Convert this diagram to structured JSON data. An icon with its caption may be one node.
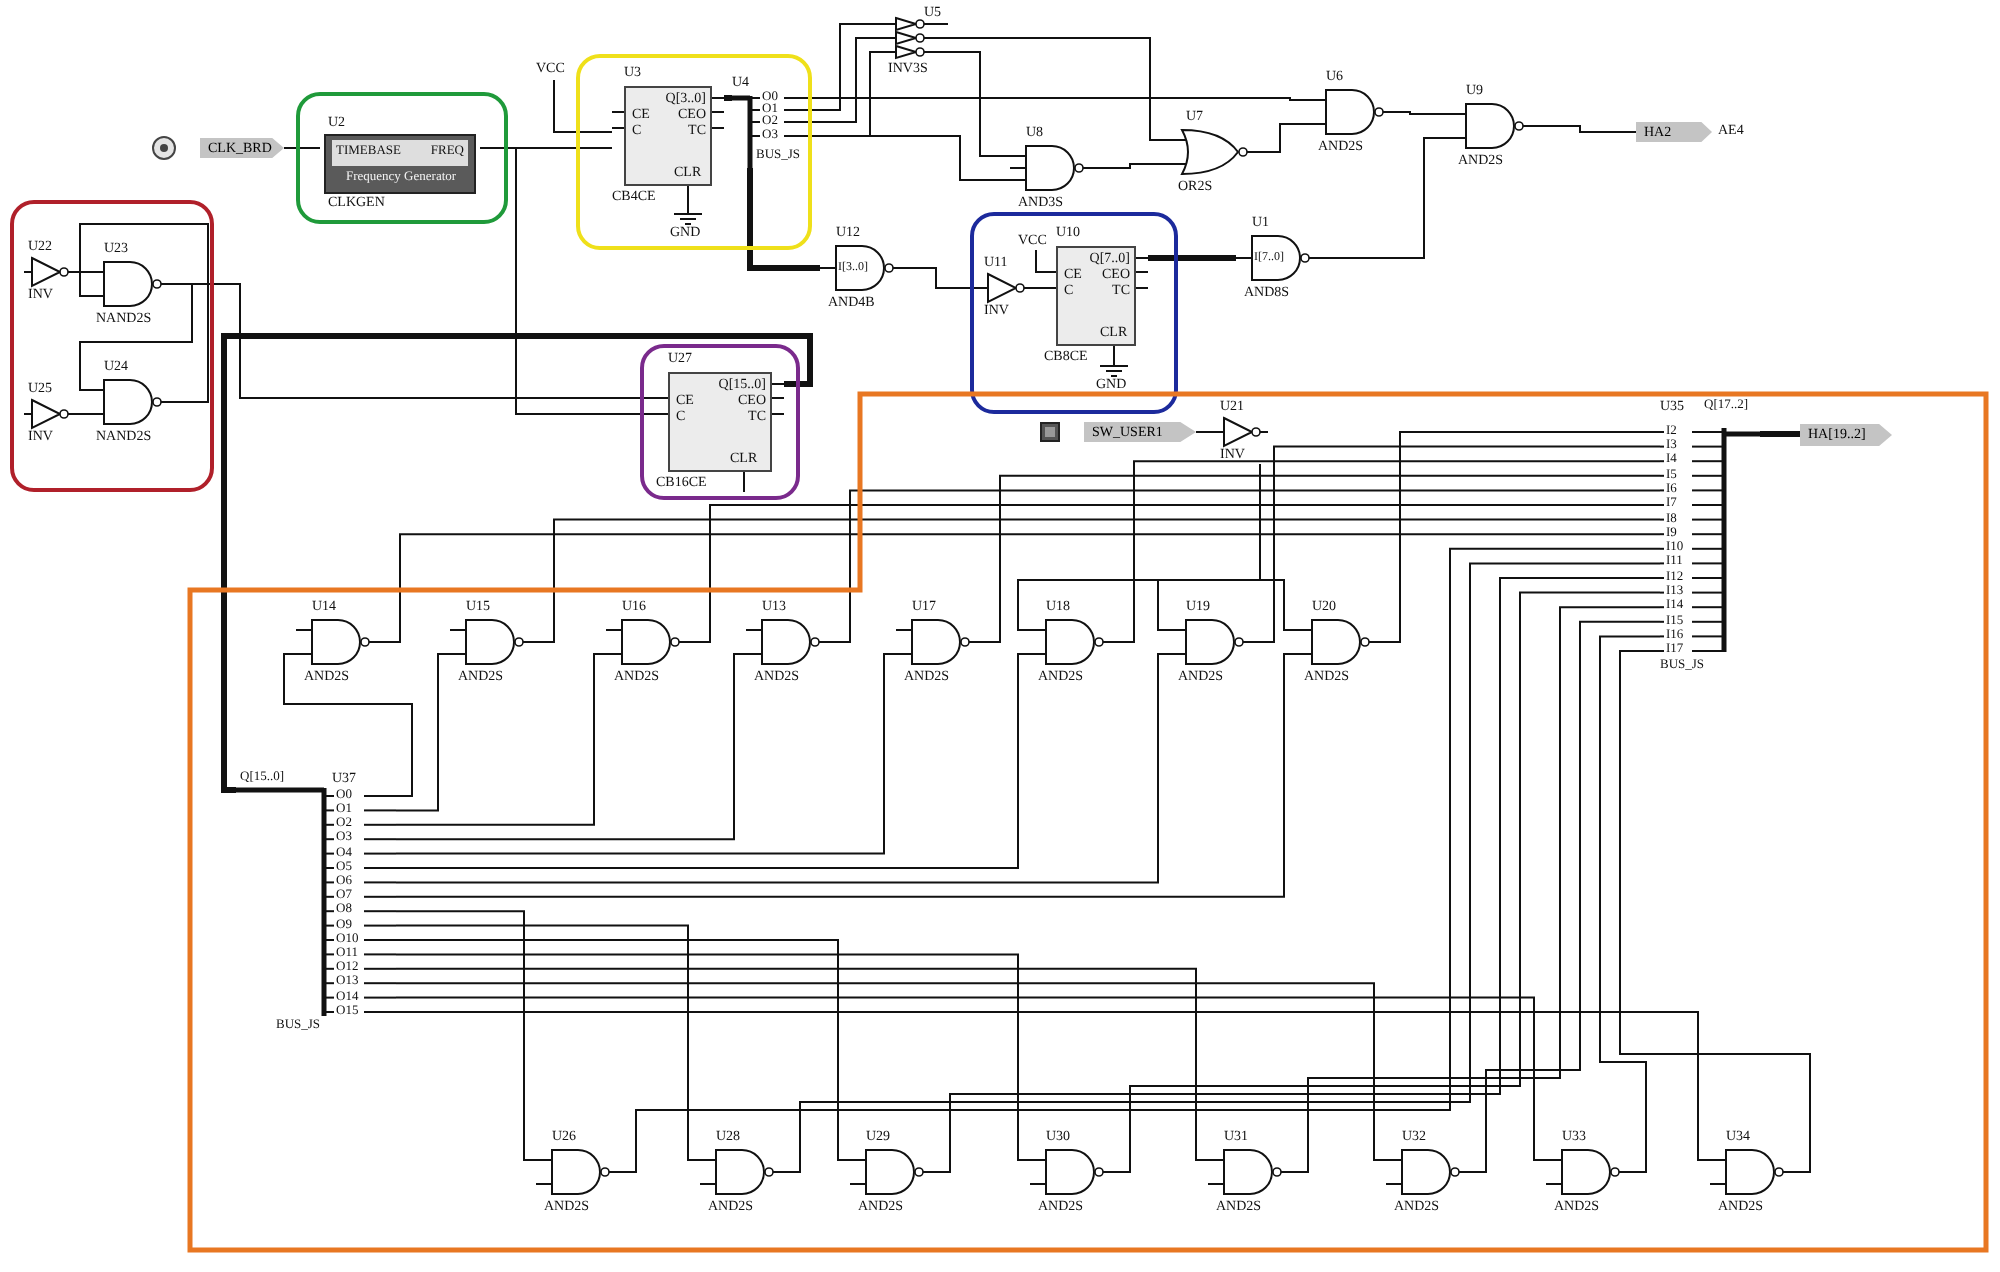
{
  "diagram": {
    "nodes": [
      {
        "text": [],
        "shape": "box"
      },
      {
        "text": [
          "CLK_BRD"
        ]
      },
      {
        "text": [
          "U2",
          "TIMEBASE",
          "FREQ",
          "Frequency Generator",
          "CLKGEN"
        ],
        "in": 0
      },
      {
        "text": [],
        "shape": "box"
      },
      {
        "text": [
          "VCC"
        ]
      },
      {
        "text": [
          "U3",
          "Q[3..0]",
          "CE",
          "C",
          "CEO",
          "TC",
          "CLR",
          "CB4CE"
        ],
        "in": 3
      },
      {
        "text": [
          "GND"
        ],
        "in": 3
      },
      {
        "text": [
          "U4",
          "O0",
          "O1",
          "O2",
          "O3",
          "BUS_JS"
        ],
        "in": 3
      },
      {
        "text": [
          "U5",
          "INV3S"
        ]
      },
      {
        "text": [
          "U8",
          "AND3S"
        ]
      },
      {
        "text": [
          "U7",
          "OR2S"
        ]
      },
      {
        "text": [
          "U6",
          "AND2S"
        ]
      },
      {
        "text": [
          "U9",
          "AND2S"
        ]
      },
      {
        "text": [
          "HA2"
        ],
        "beside": [
          "AE4"
        ]
      },
      {
        "text": [
          "U12",
          "I[3..0]",
          "AND4B"
        ]
      },
      {
        "text": [],
        "shape": "box"
      },
      {
        "text": [
          "VCC"
        ],
        "in": 15
      },
      {
        "text": [
          "U11",
          "INV"
        ],
        "in": 15
      },
      {
        "text": [
          "U10",
          "Q[7..0]",
          "CE",
          "C",
          "CEO",
          "TC",
          "CLR",
          "CB8CE"
        ],
        "in": 15
      },
      {
        "text": [
          "GND"
        ],
        "in": 15
      },
      {
        "text": [
          "U1",
          "I[7..0]",
          "AND8S"
        ]
      },
      {
        "text": [],
        "shape": "box"
      },
      {
        "text": [
          "U22",
          "INV"
        ],
        "in": 21
      },
      {
        "text": [
          "U23",
          "NAND2S"
        ],
        "in": 21
      },
      {
        "text": [
          "U25",
          "INV"
        ],
        "in": 21
      },
      {
        "text": [
          "U24",
          "NAND2S"
        ],
        "in": 21
      },
      {
        "text": [],
        "shape": "box"
      },
      {
        "text": [
          "U27",
          "Q[15..0]",
          "CE",
          "C",
          "CEO",
          "TC",
          "CLR",
          "CB16CE"
        ],
        "in": 26
      },
      {
        "text": [],
        "shape": "box"
      },
      {
        "text": [
          "SW_USER1"
        ],
        "in": 28
      },
      {
        "text": [
          "U21",
          "INV"
        ],
        "in": 28
      },
      {
        "text": [
          "U35",
          "Q[17..2]",
          "I2",
          "I3",
          "I4",
          "I5",
          "I6",
          "I7",
          "I8",
          "I9",
          "I10",
          "I11",
          "I12",
          "I13",
          "I14",
          "I15",
          "I16",
          "I17",
          "BUS_JS"
        ],
        "in": 28
      },
      {
        "text": [
          "HA[19..2]"
        ],
        "in": 28
      },
      {
        "text": [
          "U14",
          "AND2S"
        ],
        "in": 28
      },
      {
        "text": [
          "U15",
          "AND2S"
        ],
        "in": 28
      },
      {
        "text": [
          "U16",
          "AND2S"
        ],
        "in": 28
      },
      {
        "text": [
          "U13",
          "AND2S"
        ],
        "in": 28
      },
      {
        "text": [
          "U17",
          "AND2S"
        ],
        "in": 28
      },
      {
        "text": [
          "U18",
          "AND2S"
        ],
        "in": 28
      },
      {
        "text": [
          "U19",
          "AND2S"
        ],
        "in": 28
      },
      {
        "text": [
          "U20",
          "AND2S"
        ],
        "in": 28
      },
      {
        "text": [
          "U37",
          "Q[15..0]",
          "O0",
          "O1",
          "O2",
          "O3",
          "O4",
          "O5",
          "O6",
          "O7",
          "O8",
          "O9",
          "O10",
          "O11",
          "O12",
          "O13",
          "O14",
          "O15",
          "BUS_JS"
        ],
        "in": 28
      },
      {
        "text": [
          "U26",
          "AND2S"
        ],
        "in": 28
      },
      {
        "text": [
          "U28",
          "AND2S"
        ],
        "in": 28
      },
      {
        "text": [
          "U29",
          "AND2S"
        ],
        "in": 28
      },
      {
        "text": [
          "U30",
          "AND2S"
        ],
        "in": 28
      },
      {
        "text": [
          "U31",
          "AND2S"
        ],
        "in": 28
      },
      {
        "text": [
          "U32",
          "AND2S"
        ],
        "in": 28
      },
      {
        "text": [
          "U33",
          "AND2S"
        ],
        "in": 28
      },
      {
        "text": [
          "U34",
          "AND2S"
        ],
        "in": 28
      }
    ],
    "edges": [
      {
        "from": 1,
        "to": 2,
        "arrow": "none"
      },
      {
        "from": 2,
        "to": 5,
        "arrow": "none"
      },
      {
        "from": 4,
        "to": 5,
        "arrow": "none"
      },
      {
        "from": 5,
        "to": 7,
        "arrow": "none",
        "style": "thick"
      },
      {
        "from": 6,
        "to": 5,
        "arrow": "none"
      },
      {
        "from": 7,
        "to": 11,
        "arrow": "none"
      },
      {
        "from": 7,
        "to": 8,
        "arrow": "none"
      },
      {
        "from": 7,
        "to": 8,
        "arrow": "none"
      },
      {
        "from": 7,
        "to": 8,
        "arrow": "none"
      },
      {
        "from": 7,
        "to": 9,
        "arrow": "none"
      },
      {
        "from": 8,
        "to": 9,
        "arrow": "none"
      },
      {
        "from": 8,
        "to": 10,
        "arrow": "none"
      },
      {
        "from": 9,
        "to": 10,
        "arrow": "none"
      },
      {
        "from": 10,
        "to": 11,
        "arrow": "none"
      },
      {
        "from": 11,
        "to": 12,
        "arrow": "none"
      },
      {
        "from": 12,
        "to": 13,
        "arrow": "none"
      },
      {
        "from": 7,
        "to": 14,
        "arrow": "none",
        "style": "thick"
      },
      {
        "from": 14,
        "to": 17,
        "arrow": "none"
      },
      {
        "from": 16,
        "to": 18,
        "arrow": "none"
      },
      {
        "from": 17,
        "to": 18,
        "arrow": "none"
      },
      {
        "from": 19,
        "to": 18,
        "arrow": "none"
      },
      {
        "from": 18,
        "to": 20,
        "arrow": "none",
        "style": "thick"
      },
      {
        "from": 20,
        "to": 12,
        "arrow": "none"
      },
      {
        "from": 22,
        "to": 23,
        "arrow": "none"
      },
      {
        "from": 23,
        "to": 25,
        "arrow": "none"
      },
      {
        "from": 24,
        "to": 25,
        "arrow": "none"
      },
      {
        "from": 25,
        "to": 23,
        "arrow": "none"
      },
      {
        "from": 23,
        "to": 27,
        "arrow": "none"
      },
      {
        "from": 2,
        "to": 27,
        "arrow": "none"
      },
      {
        "from": 27,
        "to": 41,
        "arrow": "none",
        "style": "thick"
      },
      {
        "from": 29,
        "to": 30,
        "arrow": "none"
      },
      {
        "from": 30,
        "to": 38,
        "arrow": "none"
      },
      {
        "from": 30,
        "to": 39,
        "arrow": "none"
      },
      {
        "from": 30,
        "to": 40,
        "arrow": "none"
      },
      {
        "from": 41,
        "to": 33,
        "arrow": "none"
      },
      {
        "from": 41,
        "to": 34,
        "arrow": "none"
      },
      {
        "from": 41,
        "to": 35,
        "arrow": "none"
      },
      {
        "from": 41,
        "to": 36,
        "arrow": "none"
      },
      {
        "from": 41,
        "to": 37,
        "arrow": "none"
      },
      {
        "from": 41,
        "to": 38,
        "arrow": "none"
      },
      {
        "from": 41,
        "to": 39,
        "arrow": "none"
      },
      {
        "from": 41,
        "to": 40,
        "arrow": "none"
      },
      {
        "from": 41,
        "to": 42,
        "arrow": "none"
      },
      {
        "from": 41,
        "to": 43,
        "arrow": "none"
      },
      {
        "from": 41,
        "to": 44,
        "arrow": "none"
      },
      {
        "from": 41,
        "to": 45,
        "arrow": "none"
      },
      {
        "from": 41,
        "to": 46,
        "arrow": "none"
      },
      {
        "from": 41,
        "to": 47,
        "arrow": "none"
      },
      {
        "from": 41,
        "to": 48,
        "arrow": "none"
      },
      {
        "from": 41,
        "to": 49,
        "arrow": "none"
      },
      {
        "from": 33,
        "to": 31,
        "arrow": "none"
      },
      {
        "from": 34,
        "to": 31,
        "arrow": "none"
      },
      {
        "from": 35,
        "to": 31,
        "arrow": "none"
      },
      {
        "from": 36,
        "to": 31,
        "arrow": "none"
      },
      {
        "from": 37,
        "to": 31,
        "arrow": "none"
      },
      {
        "from": 38,
        "to": 31,
        "arrow": "none"
      },
      {
        "from": 39,
        "to": 31,
        "arrow": "none"
      },
      {
        "from": 40,
        "to": 31,
        "arrow": "none"
      },
      {
        "from": 42,
        "to": 31,
        "arrow": "none"
      },
      {
        "from": 43,
        "to": 31,
        "arrow": "none"
      },
      {
        "from": 44,
        "to": 31,
        "arrow": "none"
      },
      {
        "from": 45,
        "to": 31,
        "arrow": "none"
      },
      {
        "from": 46,
        "to": 31,
        "arrow": "none"
      },
      {
        "from": 47,
        "to": 31,
        "arrow": "none"
      },
      {
        "from": 48,
        "to": 31,
        "arrow": "none"
      },
      {
        "from": 49,
        "to": 31,
        "arrow": "none"
      },
      {
        "from": 31,
        "to": 32,
        "arrow": "none",
        "style": "thick"
      }
    ]
  }
}
